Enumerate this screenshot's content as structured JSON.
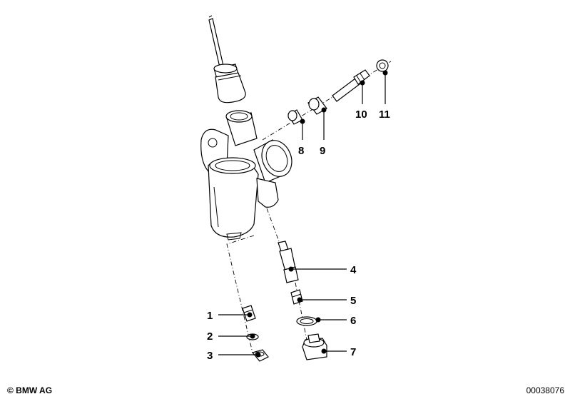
{
  "diagram": {
    "callouts": [
      "1",
      "2",
      "3",
      "4",
      "5",
      "6",
      "7",
      "8",
      "9",
      "10",
      "11"
    ]
  },
  "footer": {
    "copyright": "© BMW AG",
    "diagram_id": "00038076"
  }
}
